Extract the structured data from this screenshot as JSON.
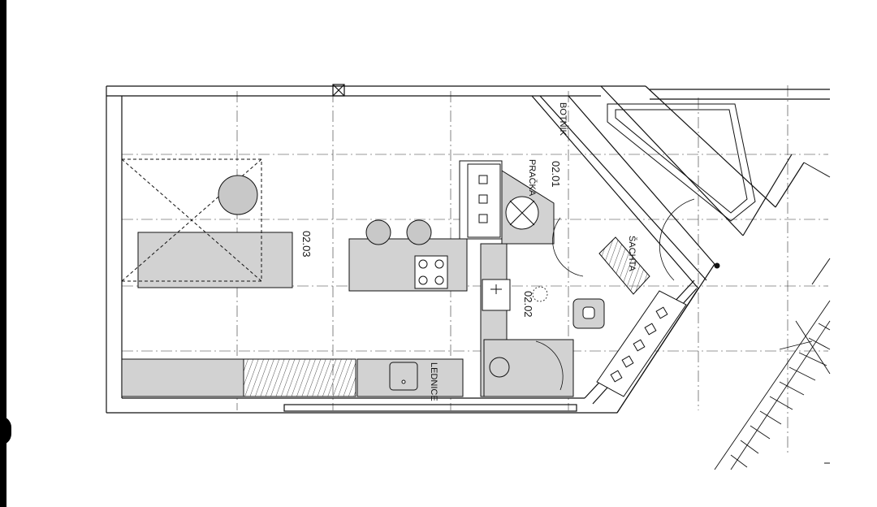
{
  "rooms": [
    {
      "id": "02.01",
      "label": "02.01"
    },
    {
      "id": "02.02",
      "label": "02.02"
    },
    {
      "id": "02.03",
      "label": "02.03"
    }
  ],
  "fixtures": {
    "botnik": "BOTNÍK",
    "pracka": "PRAČKA",
    "sachta": "ŠACHTA",
    "lednice": "LEDNICE"
  },
  "colors": {
    "fill": "#d2d2d2",
    "line": "#111111",
    "axis": "#222222"
  }
}
